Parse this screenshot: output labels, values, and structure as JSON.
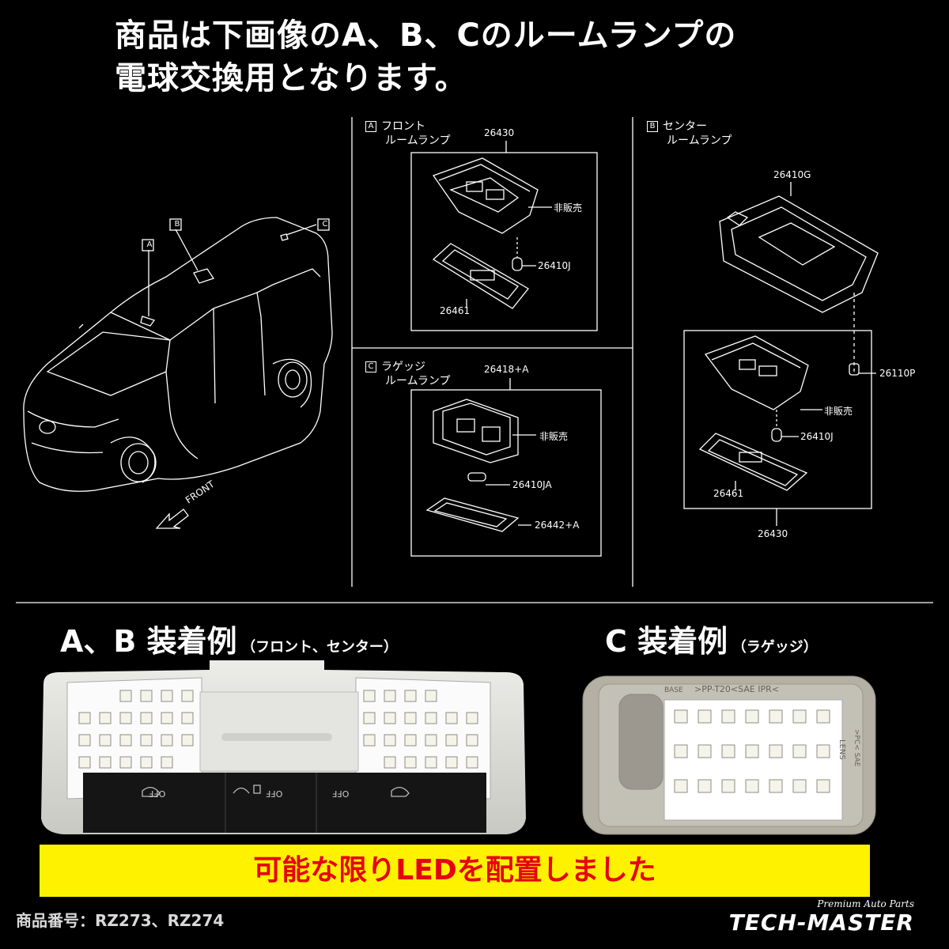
{
  "headline": {
    "line1": "商品は下画像のA、B、Cのルームランプの",
    "line2": "電球交換用となります。"
  },
  "diagram": {
    "car_labels": {
      "a": "A",
      "b": "B",
      "c": "C"
    },
    "front_label": "FRONT",
    "front_lamp": {
      "letter": "A",
      "title_line1": "フロント",
      "title_line2": "ルームランプ",
      "parts": {
        "housing": "26430",
        "not_sold": "非販売",
        "bulb": "26410J",
        "lens": "26461"
      }
    },
    "luggage_lamp": {
      "letter": "C",
      "title_line1": "ラゲッジ",
      "title_line2": "ルームランプ",
      "parts": {
        "housing": "26418+A",
        "not_sold": "非販売",
        "bulb": "26410JA",
        "lens": "26442+A"
      }
    },
    "center_lamp": {
      "letter": "B",
      "title_line1": "センター",
      "title_line2": "ルームランプ",
      "parts": {
        "bracket": "26410G",
        "screw": "26110P",
        "not_sold": "非販売",
        "bulb": "26410J",
        "lens": "26461",
        "housing": "26430"
      }
    }
  },
  "examples": {
    "ab": {
      "title": "A、B 装着例",
      "subtitle": "（フロント、センター）",
      "switch_label": "OFF"
    },
    "c": {
      "title": "C 装着例",
      "subtitle": "（ラゲッジ）",
      "side_label": "LENS",
      "housing_markings": ">PP-T20<SAE IPR<",
      "base_marking": "BASE",
      "pc_marking": ">PC< SAE"
    }
  },
  "banner": {
    "text": "可能な限りLEDを配置しました"
  },
  "footer": {
    "product_id": "商品番号：RZ273、RZ274",
    "logo_tagline": "Premium Auto Parts",
    "logo_text": "TECH-MASTER"
  },
  "colors": {
    "background": "#000000",
    "banner_bg": "#fff200",
    "banner_text": "#e60012",
    "led": "#f8f8f2",
    "pcb": "#ffffff",
    "housing_gray": "#d7d7d2",
    "housing_beige": "#b9b5a8"
  },
  "icons": {
    "front_arrow": "arrow-left-icon",
    "reading_light": "reading-lamp-icon",
    "door_light": "door-lamp-icon"
  }
}
